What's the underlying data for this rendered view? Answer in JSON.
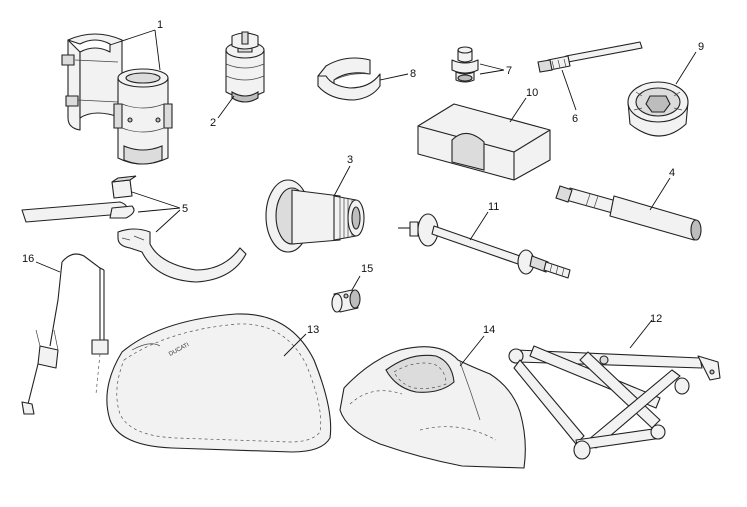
{
  "callouts": {
    "c1": "1",
    "c2": "2",
    "c3": "3",
    "c4": "4",
    "c5": "5",
    "c6": "6",
    "c7": "7",
    "c8": "8",
    "c9": "9",
    "c10": "10",
    "c11": "11",
    "c12": "12",
    "c13": "13",
    "c14": "14",
    "c15": "15",
    "c16": "16"
  },
  "cover_brand": "DUCATI"
}
